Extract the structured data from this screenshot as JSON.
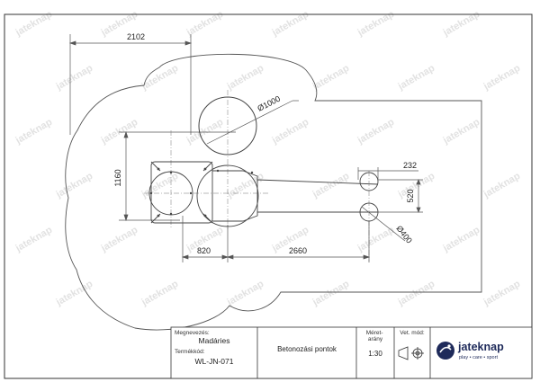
{
  "dimensions": {
    "overall_width": "2102",
    "circle_diameter_top": "Ø1000",
    "height_left": "1160",
    "post_spacing_right": "232",
    "post_height_right": "520",
    "post_diameter": "Ø400",
    "bottom_left": "820",
    "bottom_right": "2660"
  },
  "title_block": {
    "name_label": "Megnevezés:",
    "name_value": "Madáries",
    "product_code_label": "Termékkód:",
    "product_code_value": "WL-JN-071",
    "drawing_title": "Betonozási pontok",
    "scale_label": "Méret-\narány",
    "scale_value": "1:30",
    "projection_label": "Vet. mód:",
    "brand_name": "jateknap",
    "brand_tagline": "play • care • sport"
  },
  "watermark_text": "jateknap",
  "colors": {
    "line": "#444444",
    "brand": "#1e2a5a",
    "watermark": "#e4e4e4"
  }
}
